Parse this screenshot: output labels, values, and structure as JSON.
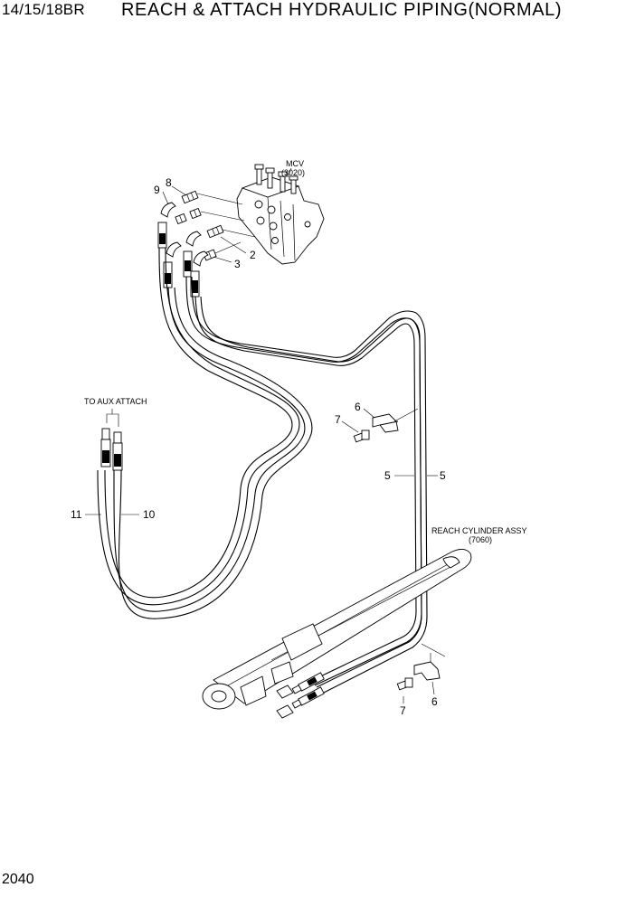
{
  "header": {
    "model": "14/15/18BR",
    "title": "REACH & ATTACH  HYDRAULIC PIPING(NORMAL)"
  },
  "footer": {
    "page_number": "2040"
  },
  "callouts": {
    "mcv_name": "MCV",
    "mcv_ref": "(3020)",
    "aux_attach": "TO AUX ATTACH",
    "reach_cyl_name": "REACH CYLINDER ASSY",
    "reach_cyl_ref": "(7060)"
  },
  "part_numbers": {
    "p2": "2",
    "p3": "3",
    "p5a": "5",
    "p5b": "5",
    "p6a": "6",
    "p6b": "6",
    "p7a": "7",
    "p7b": "7",
    "p8": "8",
    "p9": "9",
    "p10": "10",
    "p11": "11"
  }
}
